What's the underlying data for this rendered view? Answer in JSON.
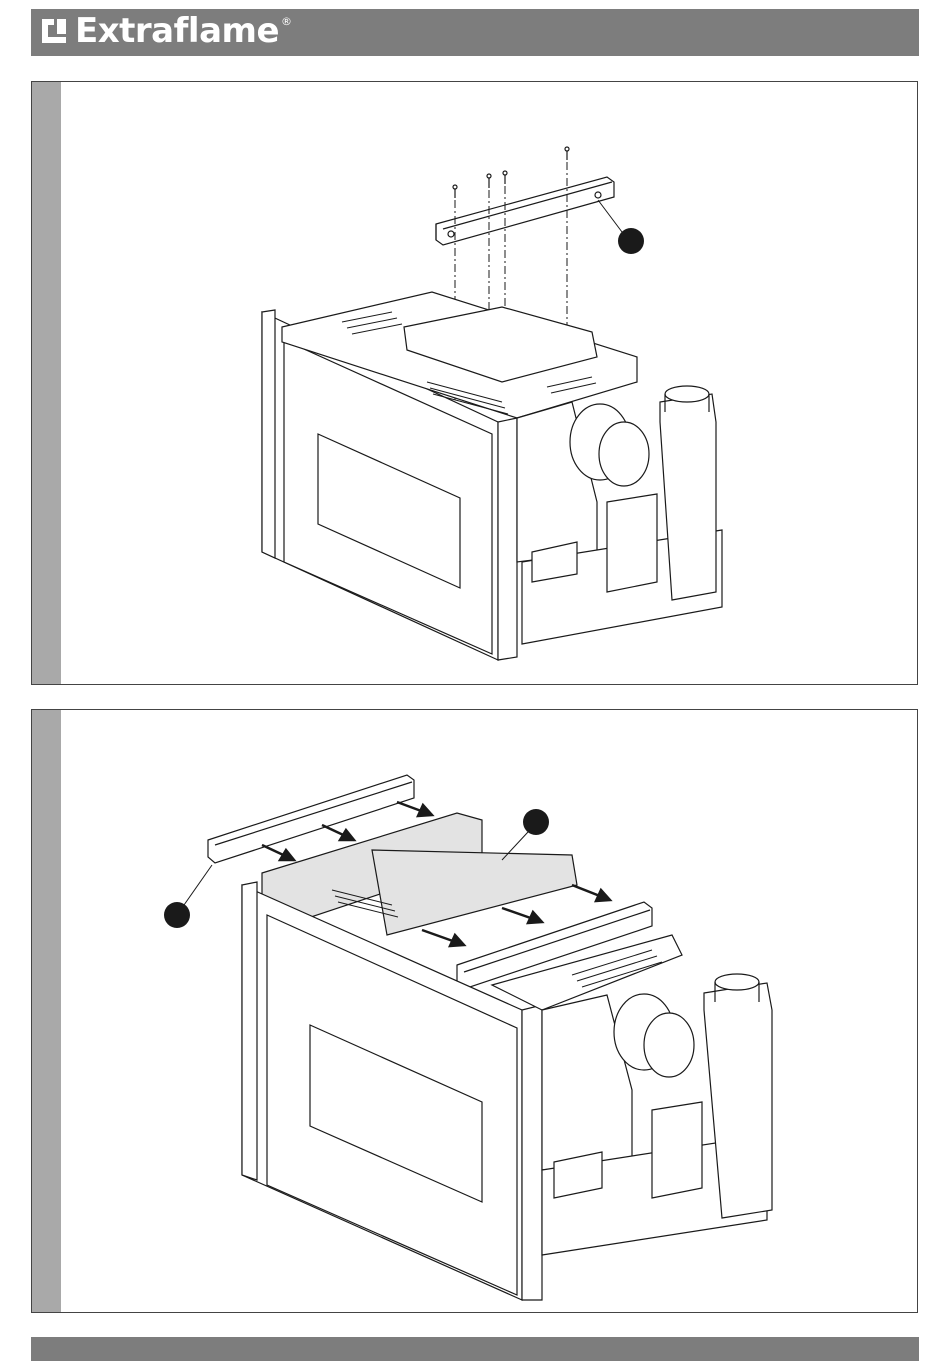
{
  "header": {
    "brand_name": "Extraflame",
    "brand_registered": "®",
    "colors": {
      "bar": "#7d7d7d",
      "strip": "#a9a9a9",
      "callout": "#1a1a1a"
    }
  },
  "panels": [
    {
      "id": "step-1",
      "description_icon": "bracket-removal-diagram",
      "callouts": 1
    },
    {
      "id": "step-2",
      "description_icon": "bracket-repositioning-diagram",
      "callouts": 2
    }
  ],
  "footer": {
    "icon": "footer-bar"
  }
}
